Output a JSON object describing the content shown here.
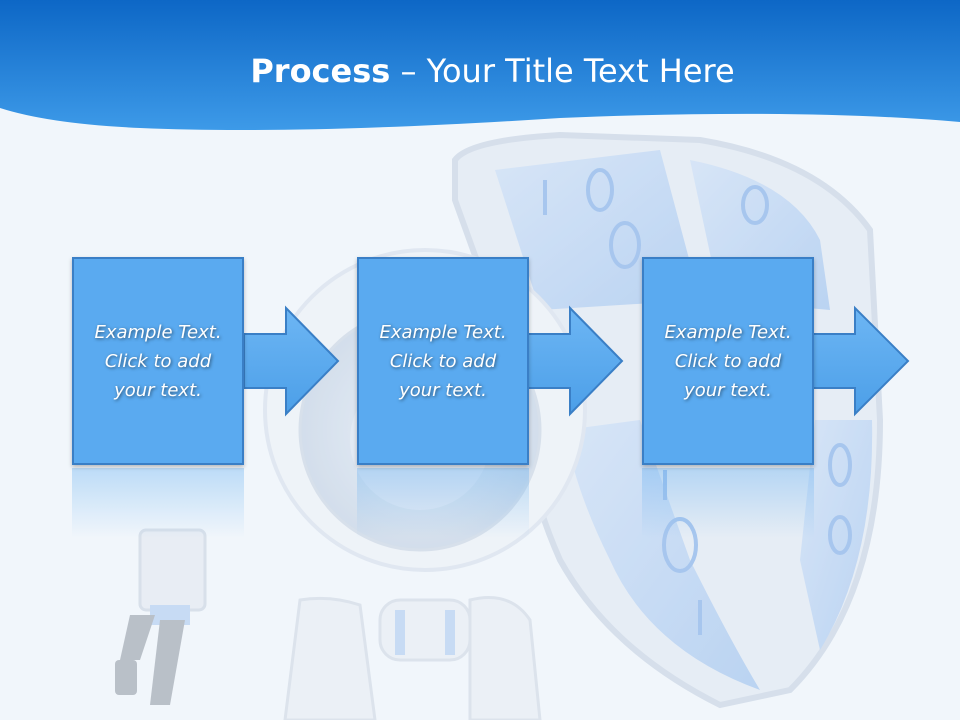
{
  "title": {
    "bold": "Process",
    "rest": " – Your Title Text Here"
  },
  "steps": [
    {
      "text": "Example Text.\nClick  to add\nyour text."
    },
    {
      "text": "Example Text.\nClick  to add\nyour text."
    },
    {
      "text": "Example Text.\nClick  to add\nyour text."
    }
  ],
  "colors": {
    "header_top": "#0d67c6",
    "header_bottom": "#3d9ae8",
    "box_fill": "#5aaaf0",
    "box_border": "#3a7fc6",
    "background": "#f1f6fb"
  },
  "decor": {
    "background_image": "robot-with-binary-shield-illustration"
  }
}
